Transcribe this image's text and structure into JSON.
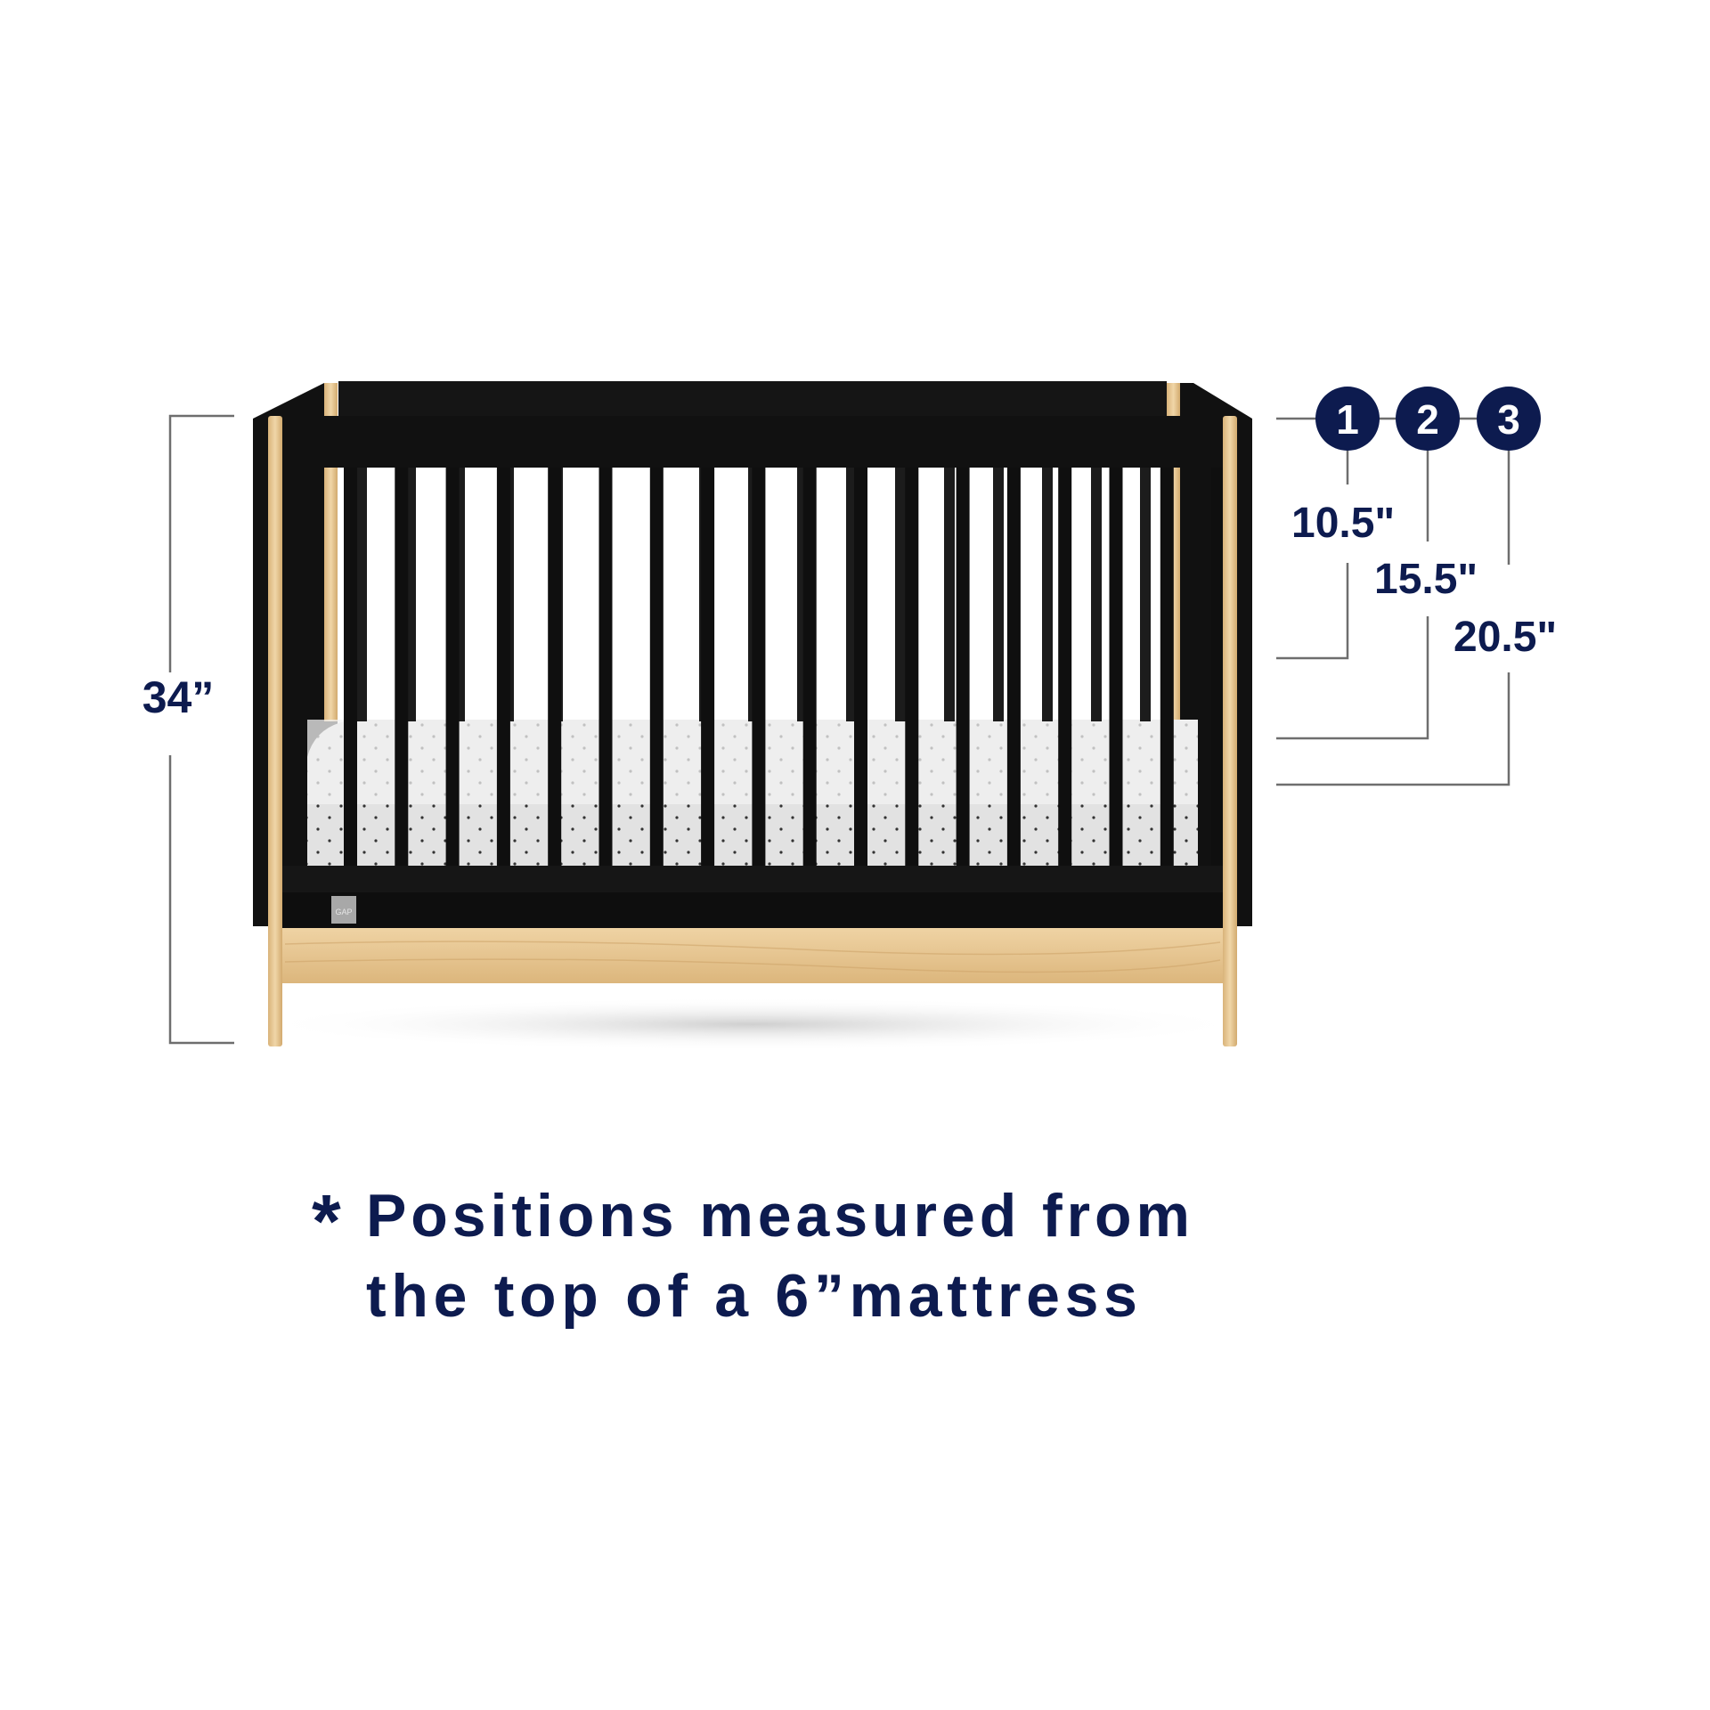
{
  "overall_height": {
    "label": "34”"
  },
  "positions": [
    {
      "number": "1",
      "label": "10.5\""
    },
    {
      "number": "2",
      "label": "15.5\""
    },
    {
      "number": "3",
      "label": "20.5\""
    }
  ],
  "footnote": {
    "asterisk": "*",
    "line1": "Positions measured from",
    "line2": "the top of a 6”mattress"
  },
  "colors": {
    "accent": "#0d1b4f",
    "crib_black": "#111111",
    "wood": "#e6c48f"
  },
  "product_badge": {
    "text": "GAP"
  }
}
